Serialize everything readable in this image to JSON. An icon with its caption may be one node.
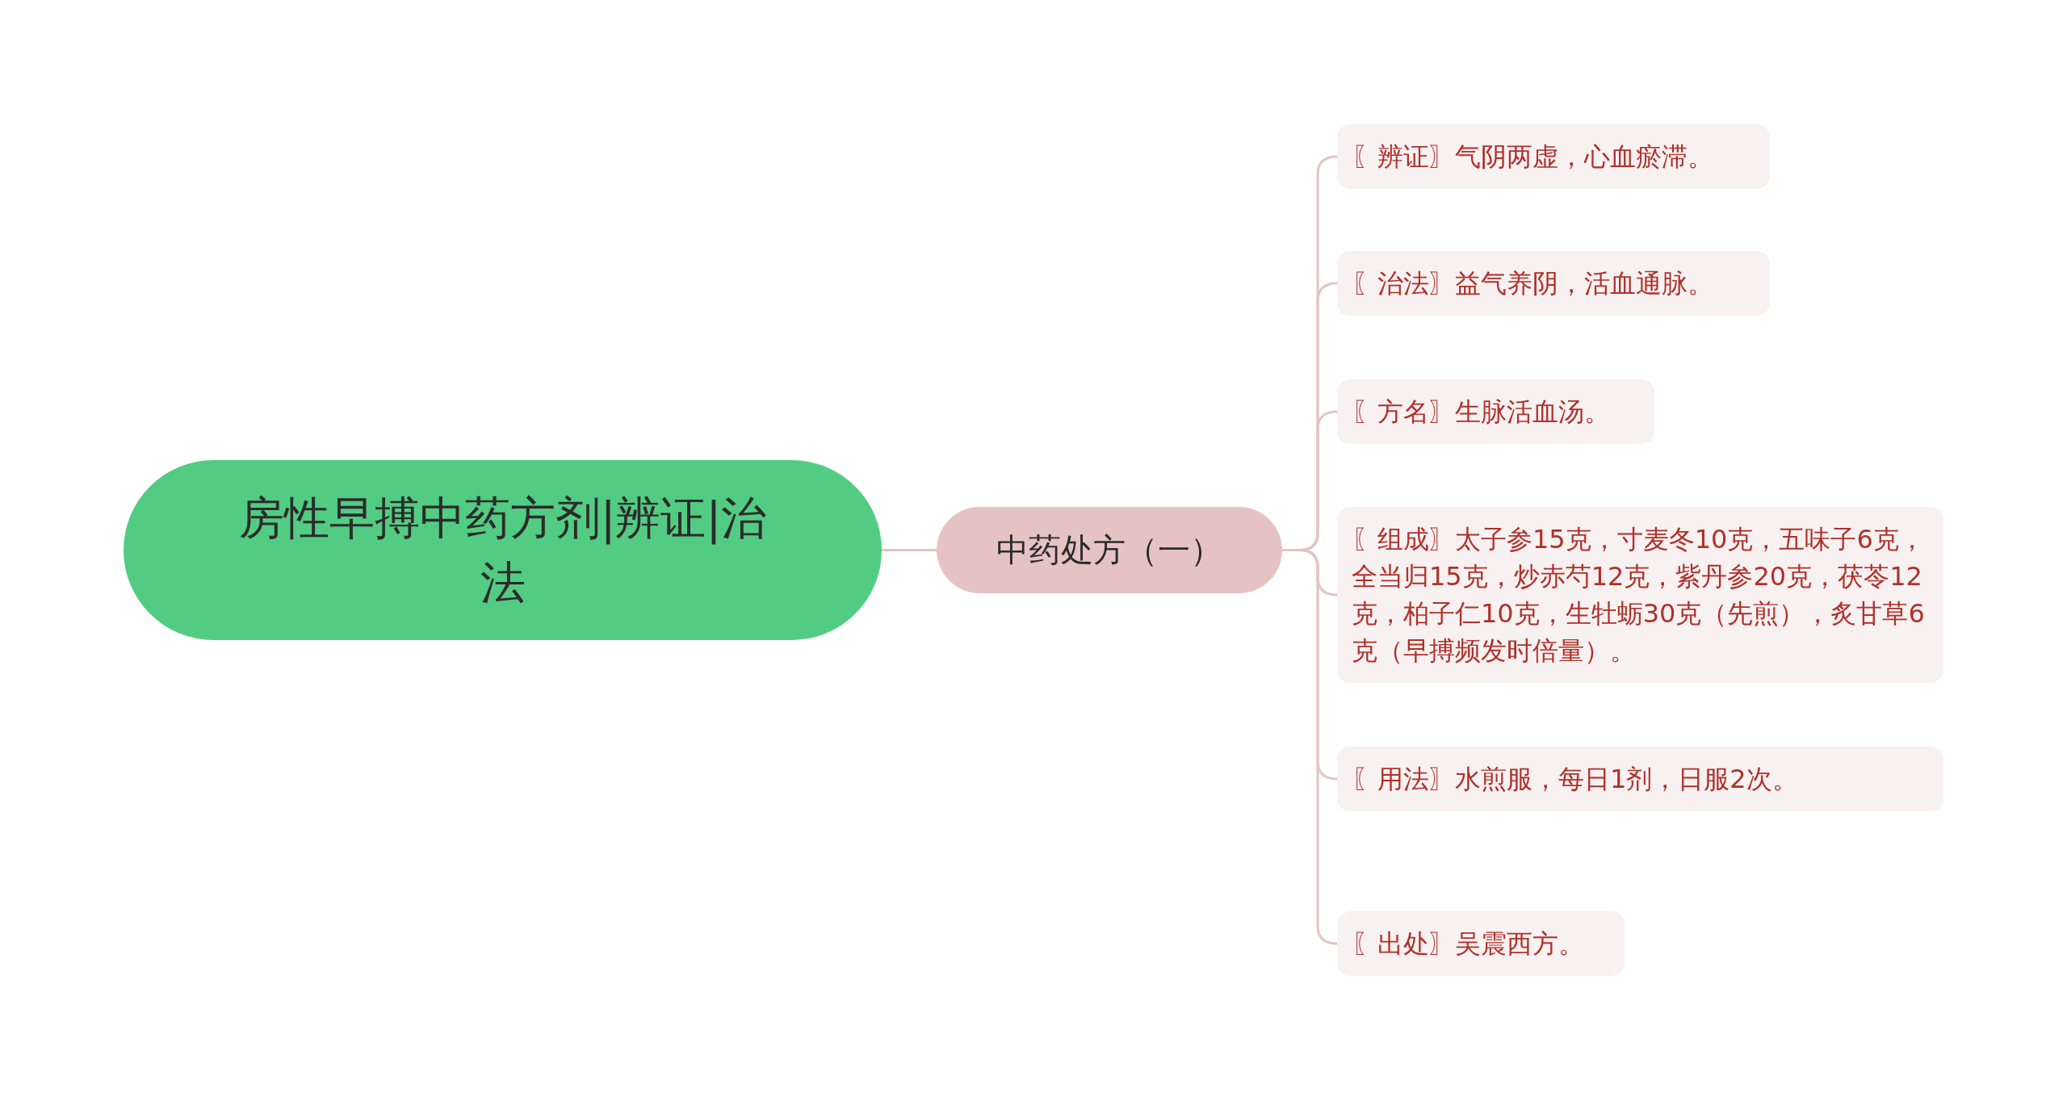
{
  "diagram": {
    "nodes": [
      {
        "text": [
          "房性早搏中药方剂|辨证|治法"
        ]
      },
      {
        "text": [
          "中药处方（一）"
        ]
      },
      {
        "text": [
          "〖辨证〗气阴两虚，心血瘀滞。"
        ]
      },
      {
        "text": [
          "〖治法〗益气养阴，活血通脉。"
        ]
      },
      {
        "text": [
          "〖方名〗生脉活血汤。"
        ]
      },
      {
        "text": [
          "〖组成〗太子参15克，寸麦冬10克，五味子6克，全当归15克，炒赤芍12克，紫丹参20克，茯苓12克，柏子仁10克，生牡蛎30克（先煎），炙甘草6克（早搏频发时倍量）。"
        ]
      },
      {
        "text": [
          "〖用法〗水煎服，每日1剂，日服2次。"
        ]
      },
      {
        "text": [
          "〖出处〗吴震西方。"
        ]
      }
    ],
    "edges": [
      {
        "from": 0,
        "to": 1,
        "arrow": "none"
      },
      {
        "from": 1,
        "to": 2,
        "arrow": "none"
      },
      {
        "from": 1,
        "to": 3,
        "arrow": "none"
      },
      {
        "from": 1,
        "to": 4,
        "arrow": "none"
      },
      {
        "from": 1,
        "to": 5,
        "arrow": "none"
      },
      {
        "from": 1,
        "to": 6,
        "arrow": "none"
      },
      {
        "from": 1,
        "to": 7,
        "arrow": "none"
      }
    ]
  }
}
